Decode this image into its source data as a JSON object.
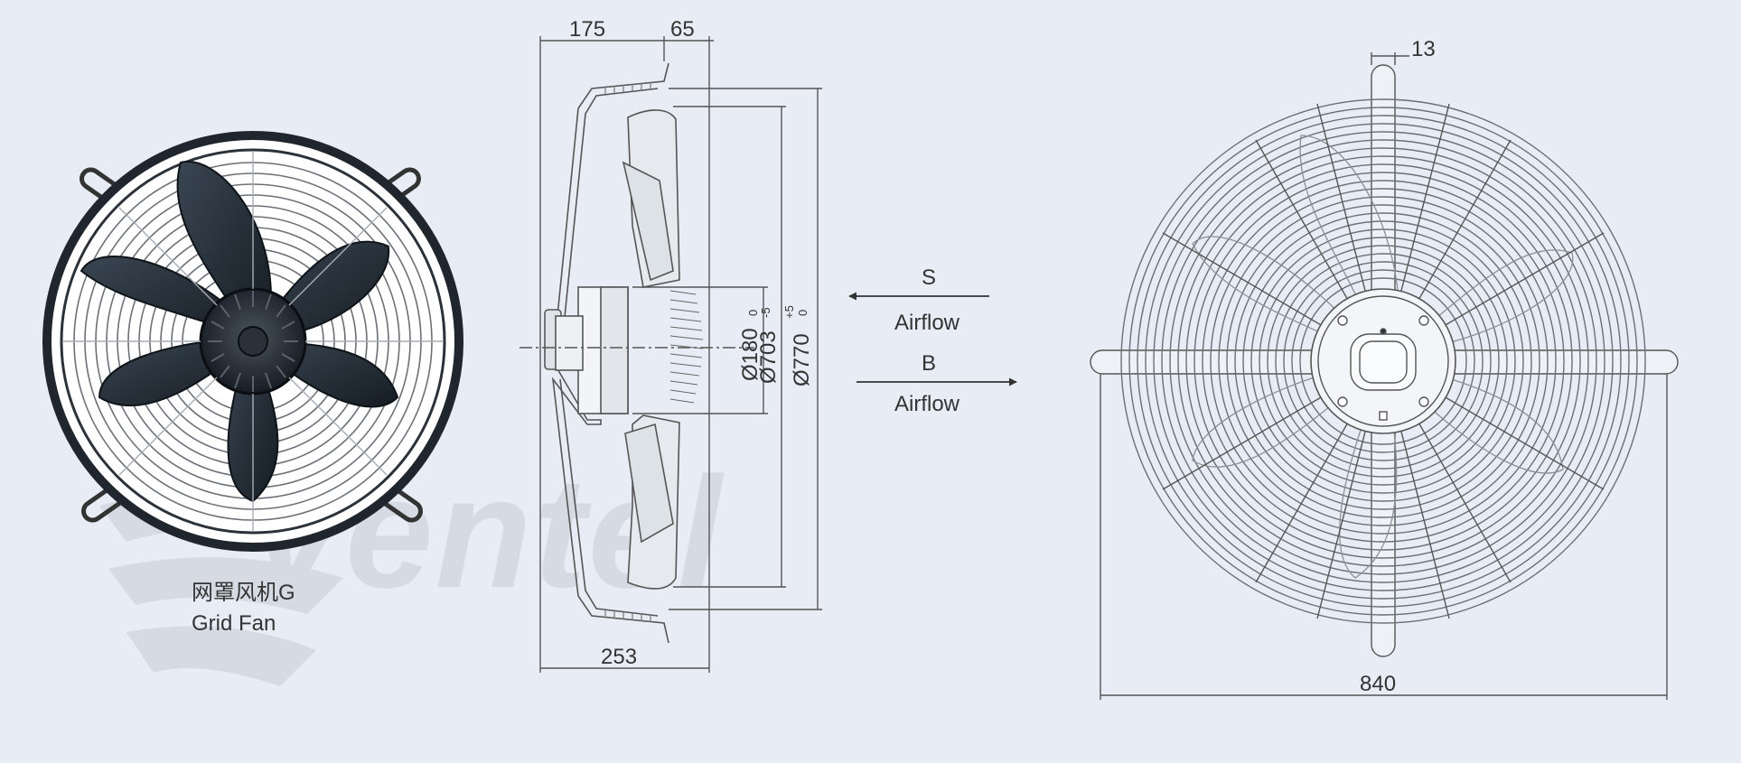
{
  "watermark": {
    "brand": "Ventel"
  },
  "photo": {
    "caption_cn": "网罩风机G",
    "caption_en": "Grid Fan"
  },
  "side_view": {
    "dim_top_left": "175",
    "dim_top_right": "65",
    "dim_bottom": "253",
    "dim_hub": "Ø180",
    "dim_blade": "Ø703",
    "dim_blade_tol_upper": "0",
    "dim_blade_tol_lower": "-5",
    "dim_outer": "Ø770",
    "dim_outer_tol_upper": "+5",
    "dim_outer_tol_lower": "0"
  },
  "airflow": {
    "s_label": "S",
    "s_text": "Airflow",
    "b_label": "B",
    "b_text": "Airflow"
  },
  "front_view": {
    "dim_top": "13",
    "dim_bottom": "840"
  },
  "colors": {
    "background": "#e8edf5",
    "line": "#555555",
    "blade_dark": "#1c242d",
    "watermark": "#d6dbe3",
    "watermark_accent": "#c7dcf0"
  }
}
